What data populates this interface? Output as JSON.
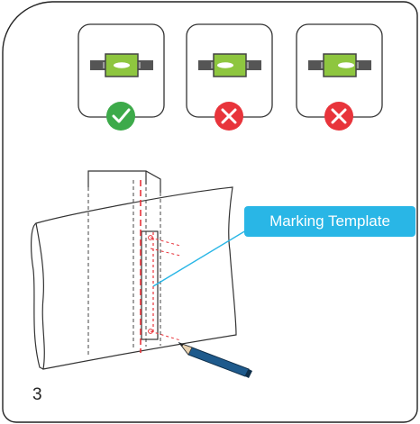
{
  "step": {
    "number": "3"
  },
  "callout": {
    "label": "Marking Template"
  },
  "level_checks": [
    {
      "status": "correct",
      "icon": "check-icon"
    },
    {
      "status": "incorrect",
      "icon": "cross-icon"
    },
    {
      "status": "incorrect",
      "icon": "cross-icon"
    }
  ],
  "colors": {
    "frame": "#222222",
    "callout": "#29b6e6",
    "correct": "#3daa4a",
    "incorrect": "#e8343b",
    "level_green": "#8ec63f",
    "marking_line": "#e8343b",
    "pencil": "#1e5a8c"
  }
}
